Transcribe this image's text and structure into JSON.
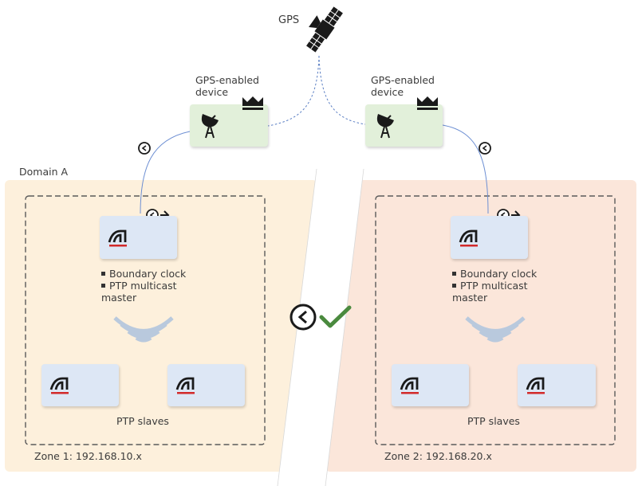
{
  "gps": {
    "label": "GPS",
    "icon": "satellite-icon"
  },
  "gps_devices": [
    {
      "label_line1": "GPS-enabled",
      "label_line2": "device",
      "icon": "satellite-dish-icon",
      "badge_icon": "crown-icon"
    },
    {
      "label_line1": "GPS-enabled",
      "label_line2": "device",
      "icon": "satellite-dish-icon",
      "badge_icon": "crown-icon"
    }
  ],
  "domain": {
    "label": "Domain A",
    "colors": {
      "zone1": "#fdf0dc",
      "zone2": "#fbe6da",
      "gps_device": "#e2f0da",
      "ptp_device": "#dde7f5",
      "check": "#4a8a3e"
    }
  },
  "zones": [
    {
      "label": "Zone 1: 192.168.10.x",
      "master": {
        "bullet1": "Boundary clock",
        "bullet2": "PTP multicast",
        "bullet2_cont": "master"
      },
      "slaves_label": "PTP slaves"
    },
    {
      "label": "Zone 2: 192.168.20.x",
      "master": {
        "bullet1": "Boundary clock",
        "bullet2": "PTP multicast",
        "bullet2_cont": "master"
      },
      "slaves_label": "PTP slaves"
    }
  ],
  "icons": [
    "clock-sync-icon",
    "ptp-logo-icon",
    "broadcast-waves-icon",
    "checkmark-icon",
    "sync-arrow-icon"
  ]
}
